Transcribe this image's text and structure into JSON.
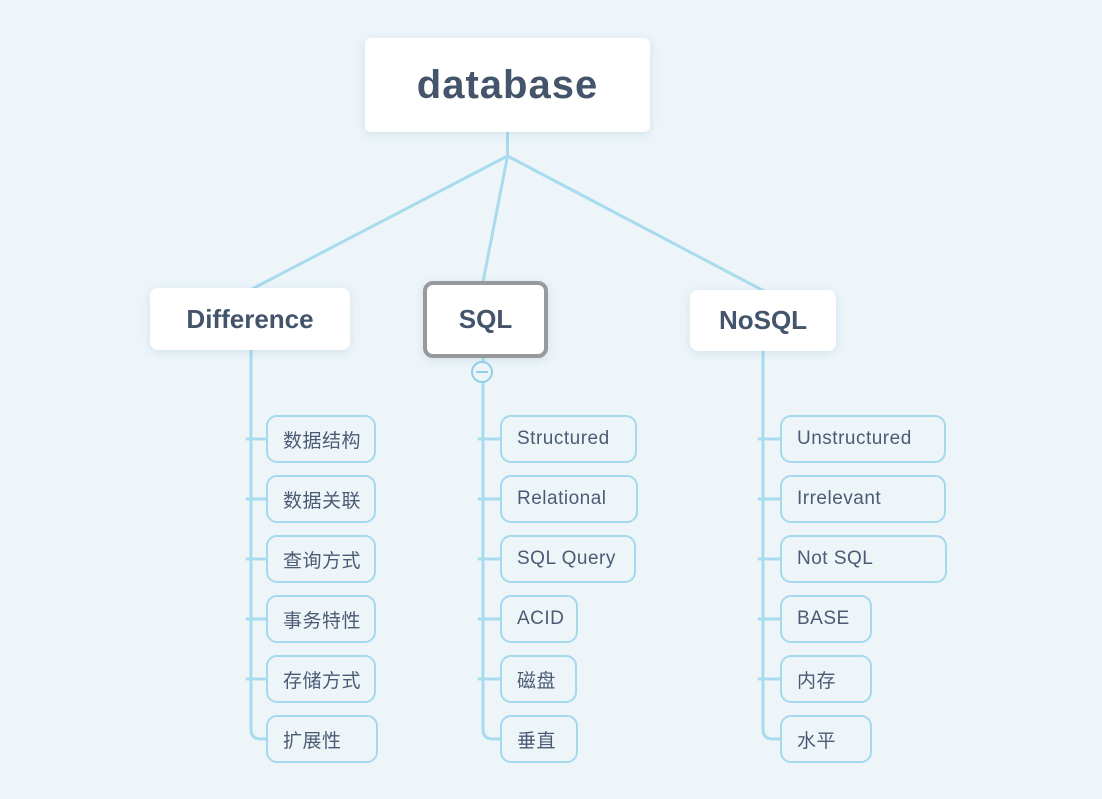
{
  "root": {
    "label": "database"
  },
  "branches": [
    {
      "label": "Difference",
      "children": [
        "数据结构",
        "数据关联",
        "查询方式",
        "事务特性",
        "存储方式",
        "扩展性"
      ]
    },
    {
      "label": "SQL",
      "selected": true,
      "children": [
        "Structured",
        "Relational",
        "SQL Query",
        "ACID",
        "磁盘",
        "垂直"
      ]
    },
    {
      "label": "NoSQL",
      "children": [
        "Unstructured",
        "Irrelevant",
        "Not SQL",
        "BASE",
        "内存",
        "水平"
      ]
    }
  ],
  "icons": {
    "collapse": "minus-circle-icon"
  },
  "colors": {
    "background": "#edf5f9",
    "connector": "#a9dbee",
    "node_background": "#ffffff",
    "topic_text": "#44546a",
    "child_text": "#4c5b75",
    "child_border": "#a5d9ed",
    "selection_border": "#97999b",
    "collapse_icon": "#8fcfe9"
  }
}
